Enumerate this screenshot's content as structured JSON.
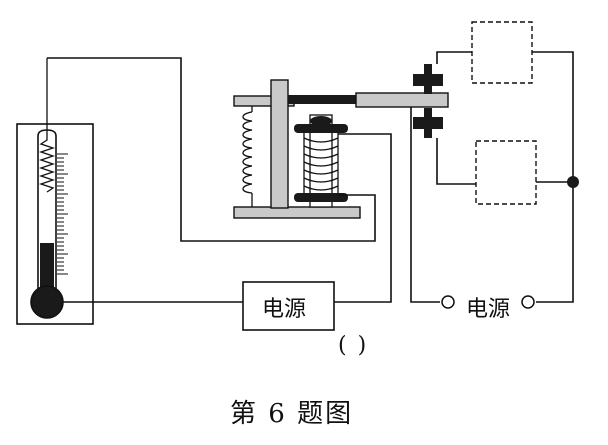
{
  "labels": {
    "power_left": "电源",
    "power_right": "电源",
    "blank": "(    )",
    "caption": "第 6 题图"
  },
  "colors": {
    "line": "#111111",
    "plate_fill": "#c9c9c9",
    "contact_fill": "#1a1a1a",
    "background": "#ffffff"
  }
}
